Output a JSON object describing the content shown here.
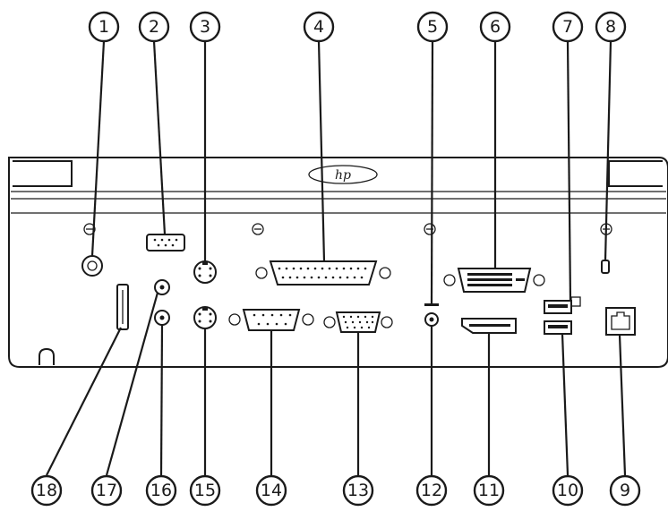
{
  "logo": {
    "text": "hp"
  },
  "callouts": {
    "c1": "1",
    "c2": "2",
    "c3": "3",
    "c4": "4",
    "c5": "5",
    "c6": "6",
    "c7": "7",
    "c8": "8",
    "c9": "9",
    "c10": "10",
    "c11": "11",
    "c12": "12",
    "c13": "13",
    "c14": "14",
    "c15": "15",
    "c16": "16",
    "c17": "17",
    "c18": "18"
  }
}
